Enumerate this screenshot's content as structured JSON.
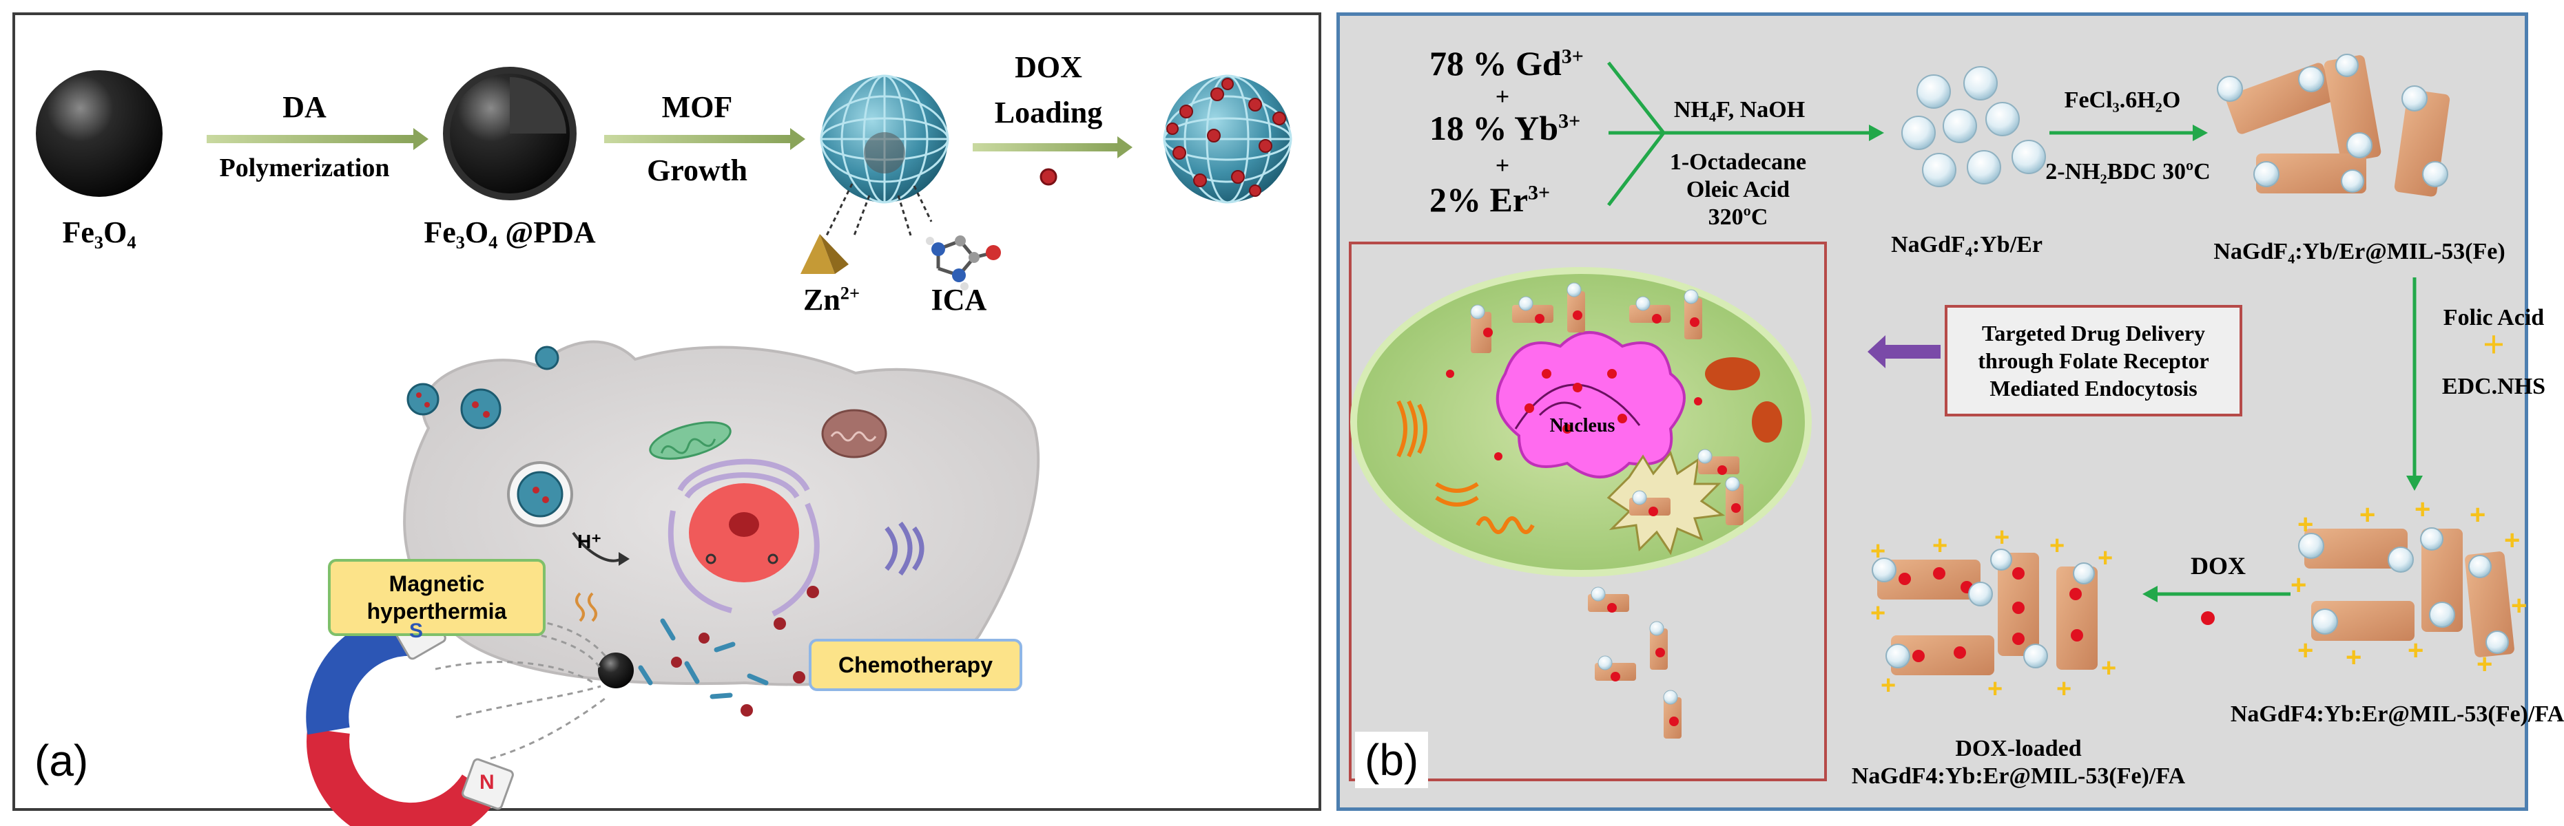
{
  "panel_a": {
    "letter": "(a)",
    "fe3o4": "Fe₃O₄",
    "fe3o4_pda": "Fe₃O₄ @PDA",
    "step1_top": "DA",
    "step1_bottom": "Polymerization",
    "step2_top": "MOF",
    "step2_bottom": "Growth",
    "step3_top": "DOX",
    "step3_bottom": "Loading",
    "zn_base": "Zn",
    "zn_sup": "2+",
    "ica": "ICA",
    "proton": "H⁺",
    "magnetic_hyperthermia": "Magnetic hyperthermia",
    "chemotherapy": "Chemotherapy",
    "magnet_s": "S",
    "magnet_n": "N"
  },
  "panel_b": {
    "letter": "(b)",
    "gd_base": "78 % Gd",
    "gd_sup": "3+",
    "plus1": "+",
    "yb_base": "18 % Yb",
    "yb_sup": "3+",
    "plus2": "+",
    "er_base": "2% Er",
    "er_sup": "3+",
    "reagent1": "NH₄F, NaOH",
    "cond1_line1": "1-Octadecane",
    "cond1_line2": "Oleic Acid",
    "cond1_line3": "320ºC",
    "product1": "NaGdF₄:Yb/Er",
    "reagent2": "FeCl₃.6H₂O",
    "cond2": "2-NH₂BDC  30ºC",
    "product2": "NaGdF₄:Yb/Er@MIL-53(Fe)",
    "folic_acid": "Folic Acid",
    "plus3": "+",
    "edc_nhs": "EDC.NHS",
    "targeted_line1": "Targeted Drug Delivery",
    "targeted_line2": "through Folate Receptor",
    "targeted_line3": "Mediated Endocytosis",
    "dox": "DOX",
    "product3": "NaGdF4:Yb:Er@MIL-53(Fe)/FA",
    "product4_line1": "DOX-loaded",
    "product4_line2": "NaGdF4:Yb:Er@MIL-53(Fe)/FA",
    "nucleus": "Nucleus"
  }
}
